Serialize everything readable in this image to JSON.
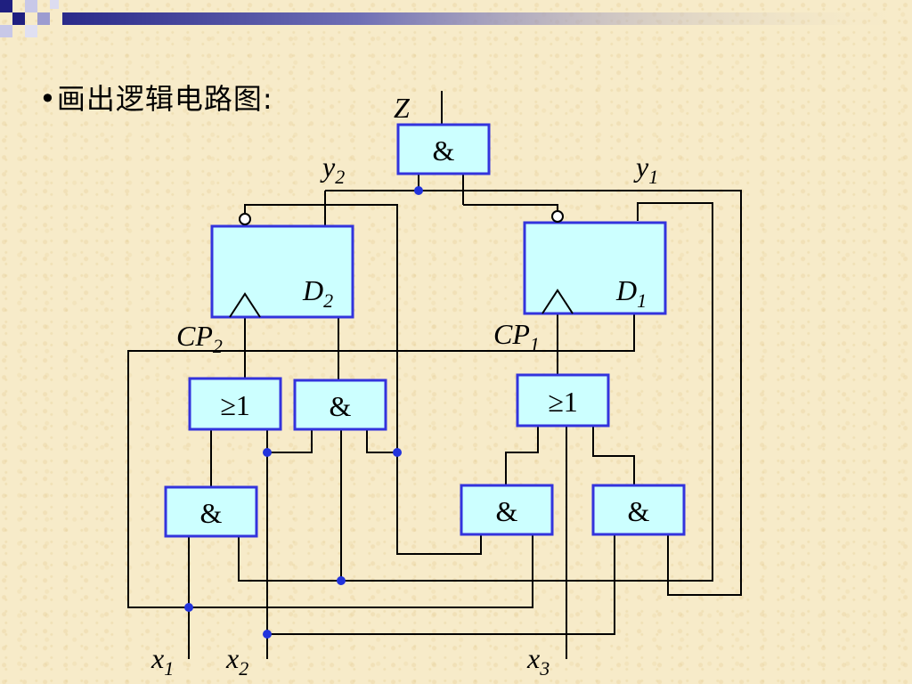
{
  "slide": {
    "title": "•画出逻辑电路图:"
  },
  "gates": {
    "and_top": "&",
    "or_left": "≥1",
    "and_mid": "&",
    "or_right": "≥1",
    "and_bottom_left": "&",
    "and_bottom_mid": "&",
    "and_bottom_right": "&"
  },
  "labels": {
    "z": {
      "main": "Z",
      "sub": ""
    },
    "y2": {
      "main": "y",
      "sub": "2"
    },
    "y1": {
      "main": "y",
      "sub": "1"
    },
    "d2": {
      "main": "D",
      "sub": "2"
    },
    "d1": {
      "main": "D",
      "sub": "1"
    },
    "cp2": {
      "main": "CP",
      "sub": "2"
    },
    "cp1": {
      "main": "CP",
      "sub": "1"
    },
    "x1": {
      "main": "x",
      "sub": "1"
    },
    "x2": {
      "main": "x",
      "sub": "2"
    },
    "x3": {
      "main": "x",
      "sub": "3"
    }
  },
  "colors": {
    "gate_fill": "#ccffff",
    "gate_stroke": "#3333dd",
    "junction": "#2233dd",
    "background": "#f7ebc9"
  }
}
